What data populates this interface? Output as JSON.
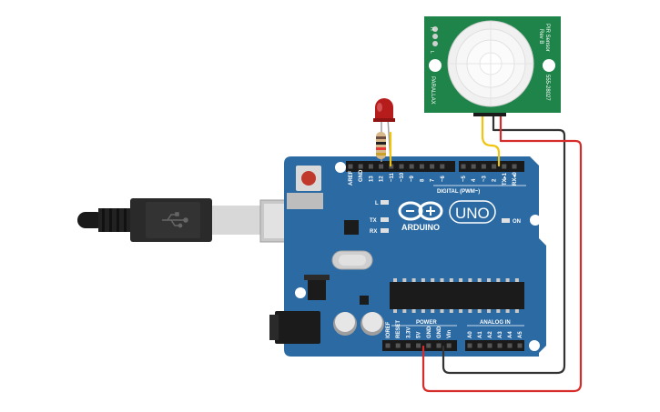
{
  "board": {
    "logo_text": "ARDUINO",
    "model": "UNO",
    "digital_header": "DIGITAL (PWM~)",
    "power_header": "POWER",
    "analog_header": "ANALOG IN",
    "led_l": "L",
    "led_tx": "TX",
    "led_rx": "RX",
    "led_on": "ON",
    "digital_pins": [
      "AREF",
      "GND",
      "13",
      "12",
      "~11",
      "~10",
      "~9",
      "8",
      "7",
      "~6",
      "~5",
      "4",
      "~3",
      "2",
      "TX▸1",
      "RX◂0"
    ],
    "power_pins": [
      "IOREF",
      "RESET",
      "3.3V",
      "5V",
      "GND",
      "GND",
      "Vin"
    ],
    "analog_pins": [
      "A0",
      "A1",
      "A2",
      "A3",
      "A4",
      "A5"
    ]
  },
  "pir": {
    "brand": "PARALLAX",
    "title": "PIR Sensor",
    "rev": "Rev B",
    "part": "555-28027",
    "jumper_h": "H",
    "jumper_l": "L"
  },
  "colors": {
    "board": "#2b6aa3",
    "pir_board": "#1e8449",
    "wire_signal": "#f1c40f",
    "wire_power": "#d62c2c",
    "wire_ground": "#333333",
    "led": "#b71c1c"
  }
}
